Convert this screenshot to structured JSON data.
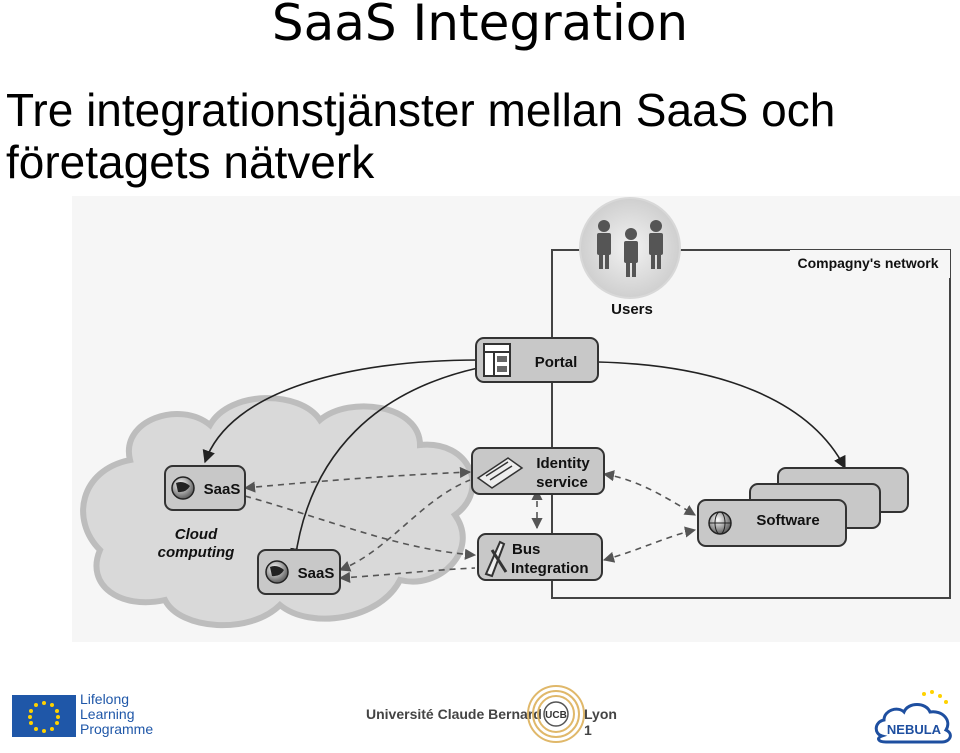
{
  "slide": {
    "title": "SaaS Integration",
    "subtitle": "Tre integrationstjänster mellan SaaS och företagets nätverk"
  },
  "diagram": {
    "network_label": "Compagny's network",
    "users_label": "Users",
    "portal_label": "Portal",
    "identity_label_1": "Identity",
    "identity_label_2": "service",
    "bus_label_1": "Bus",
    "bus_label_2": "Integration",
    "software_label": "Software",
    "saas_label_top": "SaaS",
    "saas_label_bottom": "SaaS",
    "cloud_label_1": "Cloud",
    "cloud_label_2": "computing"
  },
  "footer": {
    "lifelong_1": "Lifelong",
    "lifelong_2": "Learning",
    "lifelong_3": "Programme",
    "university": "Université Claude Bernard",
    "lyon": "Lyon 1",
    "ucb_seal": "UCB",
    "nebula": "NEBULA"
  },
  "colors": {
    "box_fill": "#c8c8c8",
    "box_stroke": "#333333",
    "cloud_fill": "#d9d9d9",
    "eu_blue": "#1f57a8",
    "eu_star": "#ffd200",
    "nebula_blue": "#1e4fa0"
  }
}
